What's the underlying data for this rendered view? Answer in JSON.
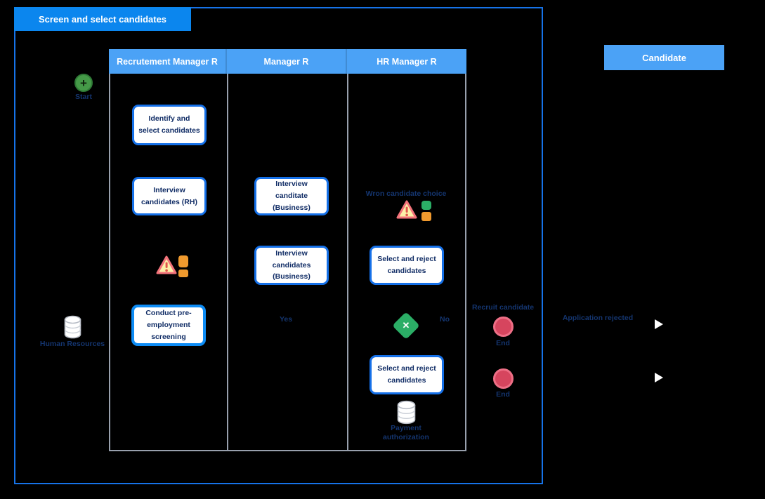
{
  "pool": {
    "title": "Screen and select candidates"
  },
  "lanes": [
    {
      "label": "Recrutement Manager R"
    },
    {
      "label": "Manager R"
    },
    {
      "label": "HR Manager R"
    }
  ],
  "candidate": {
    "label": "Candidate"
  },
  "nodes": {
    "start": {
      "label": "Start"
    },
    "identify_select": {
      "label": "Identify and select candidates"
    },
    "interview_rh": {
      "label": "Interview candidates (RH)"
    },
    "conduct_screening": {
      "label": "Conduct pre-employment screening"
    },
    "human_resources_db": {
      "label": "Human Resources"
    },
    "interview_business_1": {
      "label": "Interview canditate (Business)"
    },
    "interview_business_2": {
      "label": "Interview candidates (Business)"
    },
    "select_reject_1": {
      "label": "Select and reject candidates"
    },
    "select_reject_2": {
      "label": "Select and reject candidates"
    },
    "payment_db": {
      "label": "Payment authorization"
    },
    "end_1": {
      "label": "End"
    },
    "end_2": {
      "label": "End"
    }
  },
  "annotations": {
    "yes": "Yes",
    "no": "No",
    "wrong_choice": "Wron candidate choice",
    "recruit_candidate": "Recruit candidate",
    "application_rejected": "Application rejected"
  },
  "icons": {
    "start": "plus-icon",
    "end": "end-circle-icon",
    "warning": "warning-triangle-icon",
    "priority": "priority-bars-icon",
    "database": "database-icon",
    "cancel": "cancel-diamond-icon",
    "arrowhead": "arrowhead-icon"
  },
  "colors": {
    "canvas": "#000000",
    "pool_border": "#1673E8",
    "pool_title_bg": "#0B86EE",
    "lane_header_bg": "#4BA2F6",
    "lane_border": "#98A0AD",
    "task_border": "#1570E8",
    "task_text": "#112D66",
    "start_green": "#459A48",
    "end_red": "#D6455E",
    "diamond_green": "#2BAE66",
    "warning_fill": "#FCF0A8",
    "warning_border": "#F4737B",
    "priority_orange": "#F09A2E",
    "priority_green": "#2BAE66",
    "label_navy": "#14356F"
  }
}
